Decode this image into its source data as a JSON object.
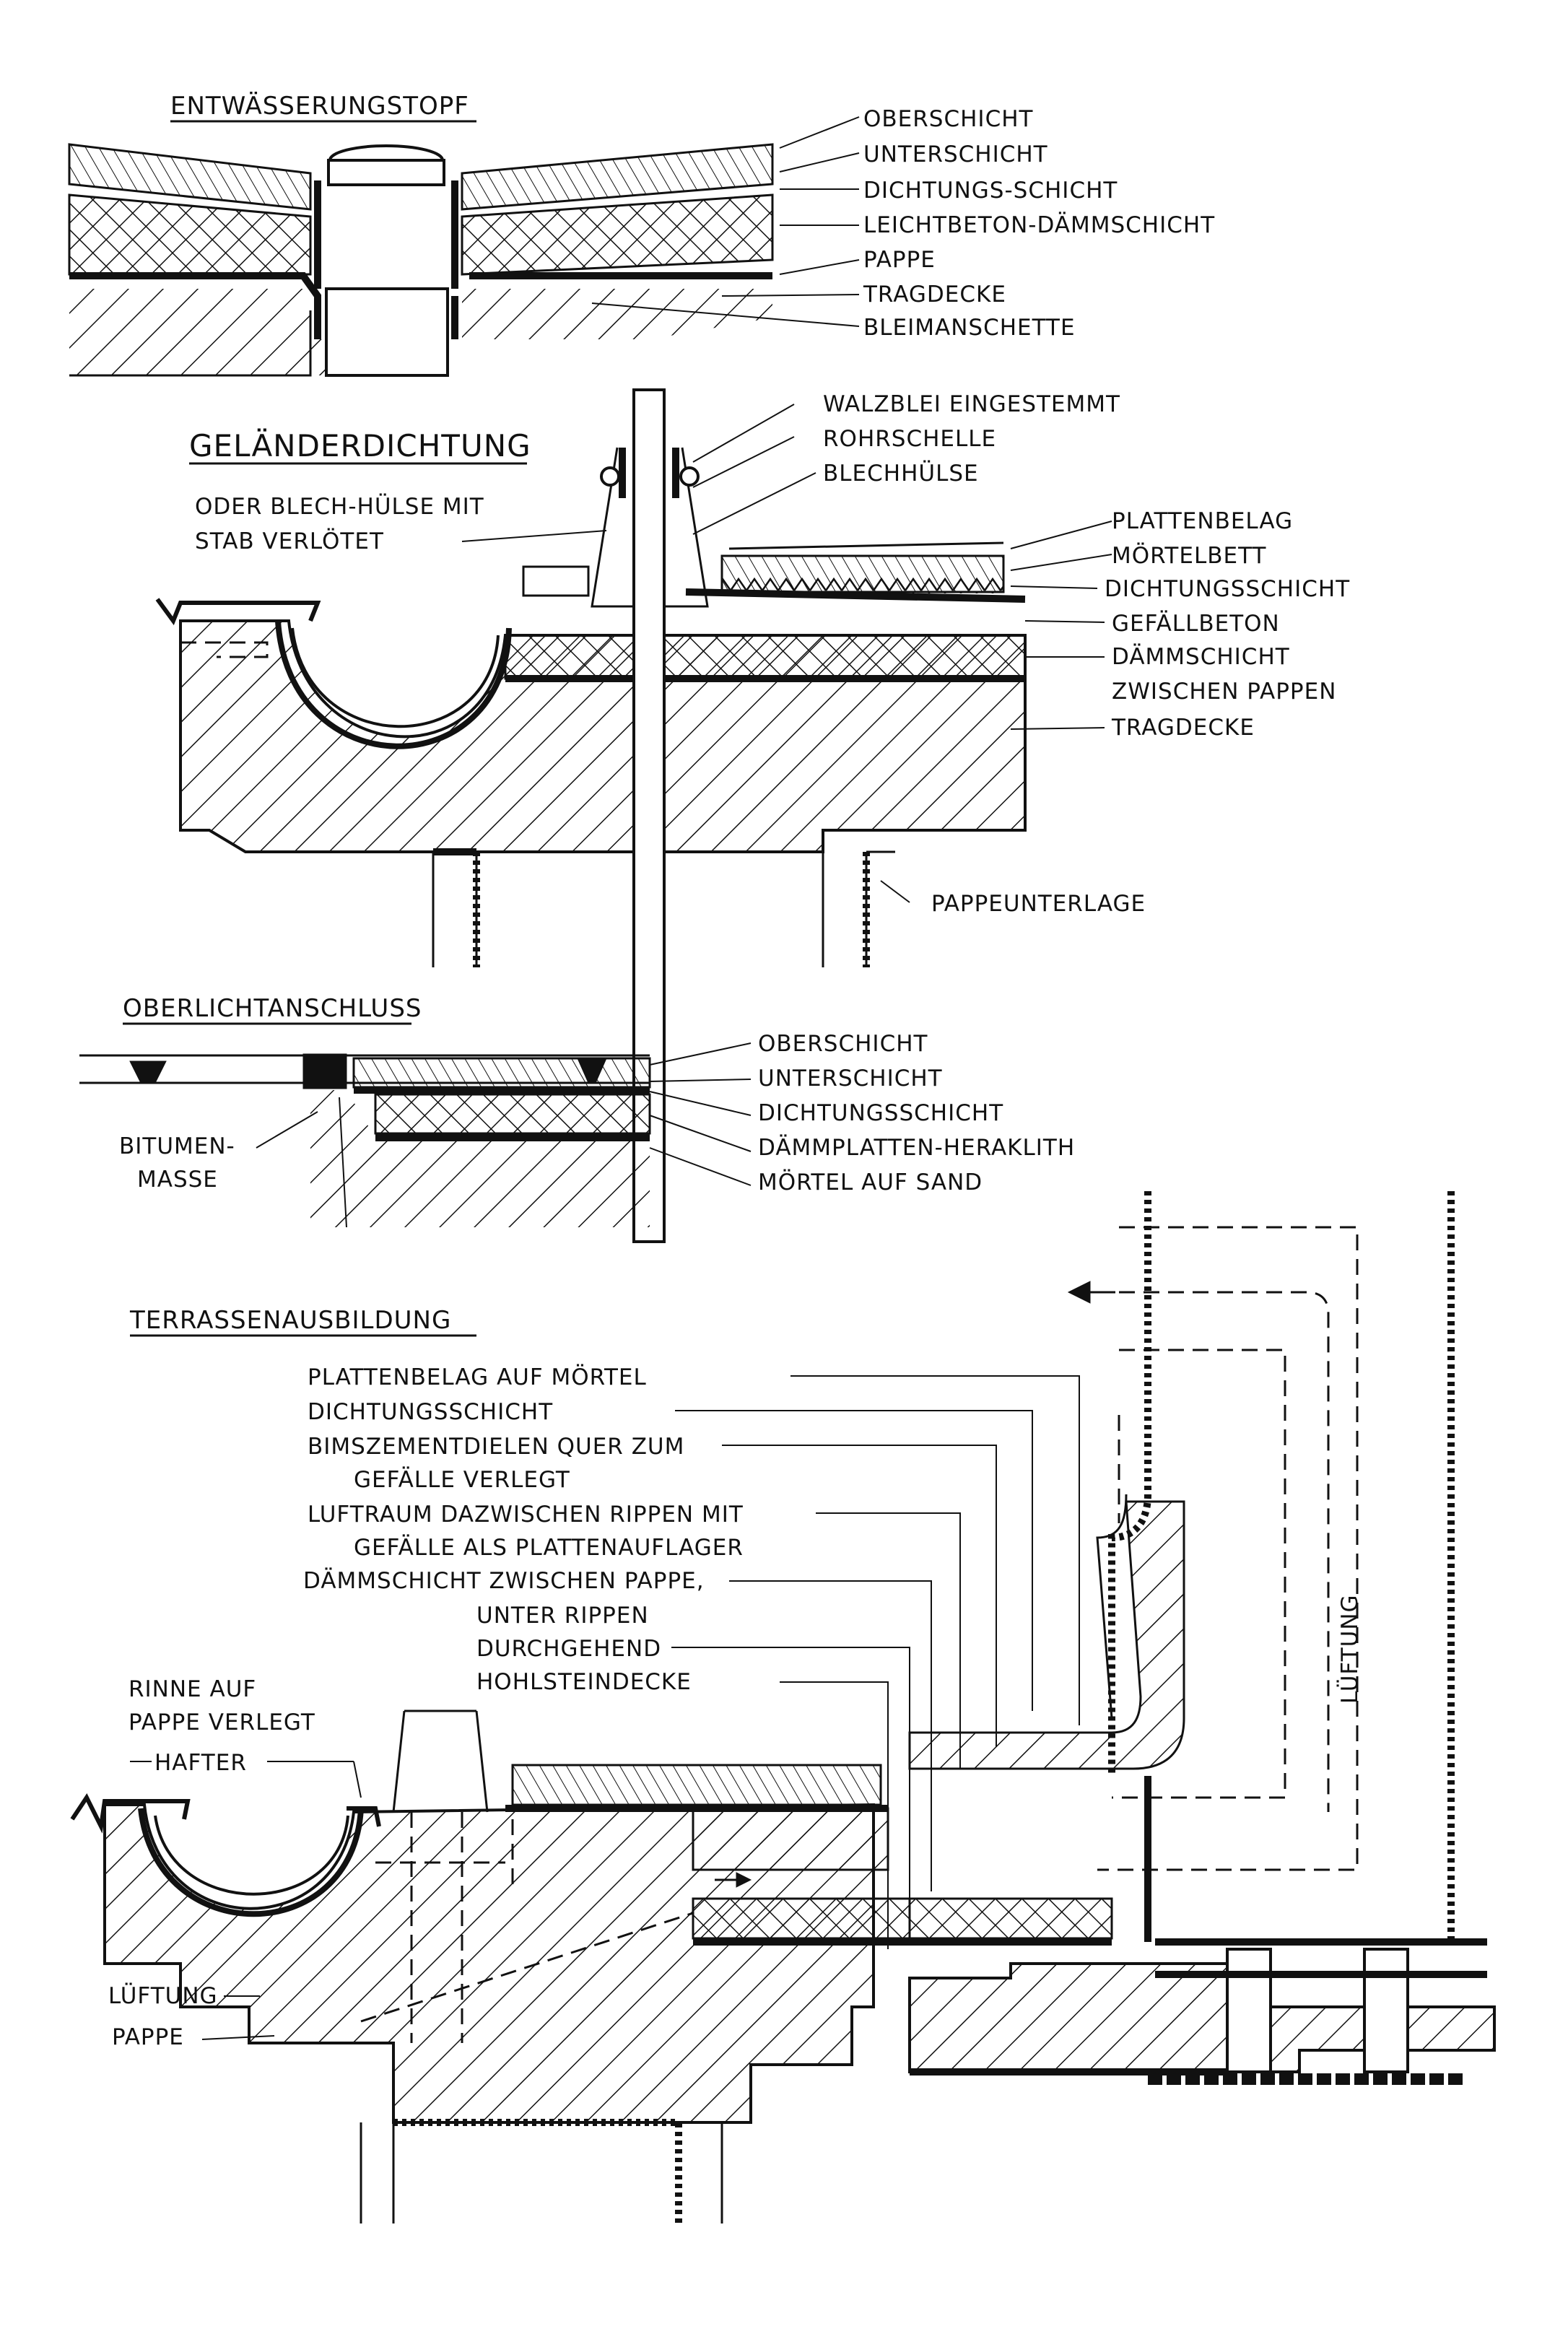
{
  "sections": {
    "drain": {
      "title": "ENTWÄSSERUNGSTOPF",
      "labels": [
        "OBERSCHICHT",
        "UNTERSCHICHT",
        "DICHTUNGS-SCHICHT",
        "LEICHTBETON-DÄMMSCHICHT",
        "PAPPE",
        "TRAGDECKE",
        "BLEIMANSCHETTE"
      ]
    },
    "railing": {
      "title": "GELÄNDERDICHTUNG",
      "note_lines": [
        "ODER BLECH-HÜLSE MIT",
        "STAB VERLÖTET"
      ],
      "labels_top": [
        "WALZBLEI EINGESTEMMT",
        "ROHRSCHELLE",
        "BLECHHÜLSE"
      ],
      "labels_right": [
        "PLATTENBELAG",
        "MÖRTELBETT",
        "DICHTUNGSSCHICHT",
        "GEFÄLLBETON",
        "DÄMMSCHICHT",
        "ZWISCHEN PAPPEN",
        "TRAGDECKE"
      ],
      "label_bottom": "PAPPEUNTERLAGE"
    },
    "skylight": {
      "title": "OBERLICHTANSCHLUSS",
      "labels": [
        "OBERSCHICHT",
        "UNTERSCHICHT",
        "DICHTUNGSSCHICHT",
        "DÄMMPLATTEN-HERAKLITH",
        "MÖRTEL AUF SAND"
      ],
      "left_label_lines": [
        "BITUMEN-",
        "MASSE"
      ]
    },
    "terrace": {
      "title": "TERRASSENAUSBILDUNG",
      "label_lines": [
        "PLATTENBELAG AUF MÖRTEL",
        "DICHTUNGSSCHICHT",
        "BIMSZEMENTDIELEN QUER ZUM",
        "GEFÄLLE VERLEGT",
        "LUFTRAUM DAZWISCHEN RIPPEN MIT",
        "GEFÄLLE ALS PLATTENAUFLAGER",
        "DÄMMSCHICHT ZWISCHEN PAPPE,",
        "UNTER RIPPEN",
        "DURCHGEHEND",
        "HOHLSTEINDECKE"
      ],
      "gutter_lines": [
        "RINNE AUF",
        "PAPPE VERLEGT"
      ],
      "hafter": "HAFTER",
      "bottom_labels": [
        "LÜFTUNG",
        "PAPPE"
      ],
      "vertical_label": "LÜFTUNG"
    }
  }
}
